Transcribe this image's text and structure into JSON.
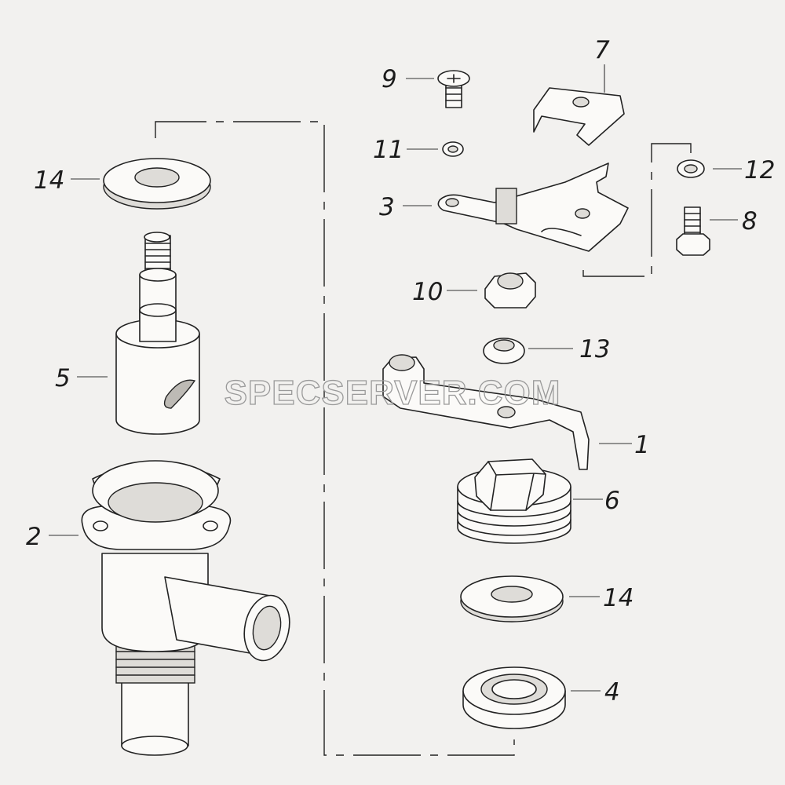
{
  "callouts": [
    {
      "id": "9",
      "text": "9"
    },
    {
      "id": "7",
      "text": "7"
    },
    {
      "id": "11",
      "text": "11"
    },
    {
      "id": "12",
      "text": "12"
    },
    {
      "id": "3",
      "text": "3"
    },
    {
      "id": "8",
      "text": "8"
    },
    {
      "id": "14a",
      "text": "14"
    },
    {
      "id": "10",
      "text": "10"
    },
    {
      "id": "13",
      "text": "13"
    },
    {
      "id": "5",
      "text": "5"
    },
    {
      "id": "1",
      "text": "1"
    },
    {
      "id": "6",
      "text": "6"
    },
    {
      "id": "2",
      "text": "2"
    },
    {
      "id": "14b",
      "text": "14"
    },
    {
      "id": "4",
      "text": "4"
    }
  ],
  "watermark": "SPECSERVER.COM"
}
